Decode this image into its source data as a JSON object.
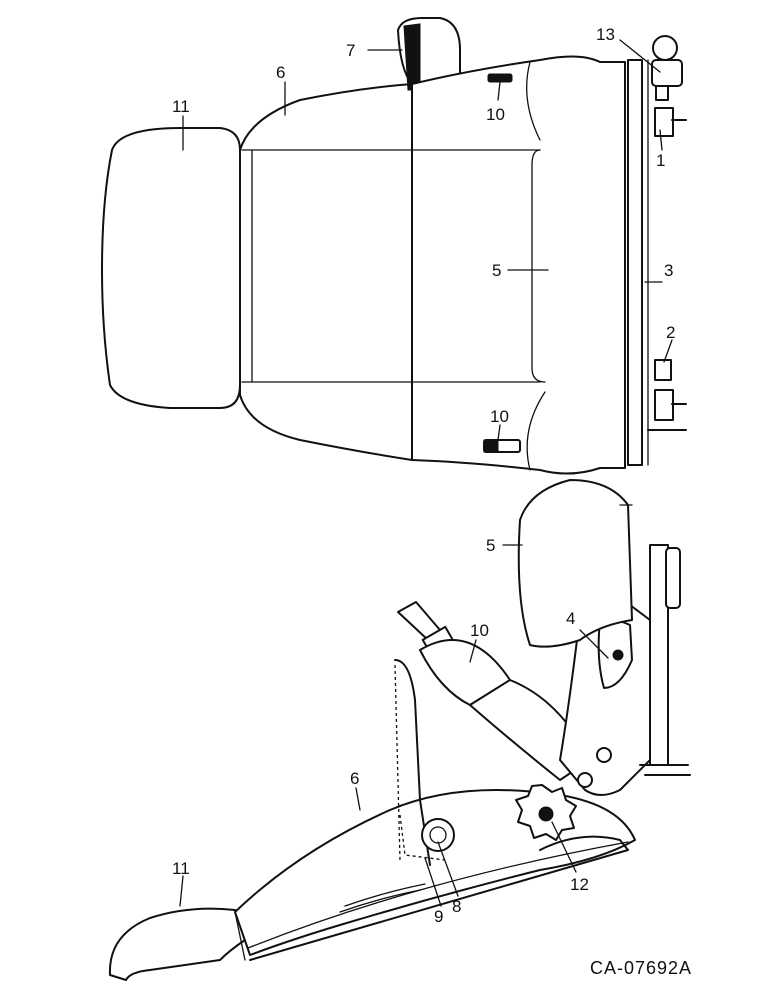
{
  "callouts": {
    "c1": "1",
    "c2": "2",
    "c3": "3",
    "c4": "4",
    "c5_top": "5",
    "c5_side": "5",
    "c6_top": "6",
    "c6_side": "6",
    "c7": "7",
    "c8": "8",
    "c9": "9",
    "c10_top_a": "10",
    "c10_top_b": "10",
    "c10_side": "10",
    "c11_top": "11",
    "c11_side": "11",
    "c12": "12",
    "c13": "13"
  },
  "drawing_code": "CA-07692A"
}
